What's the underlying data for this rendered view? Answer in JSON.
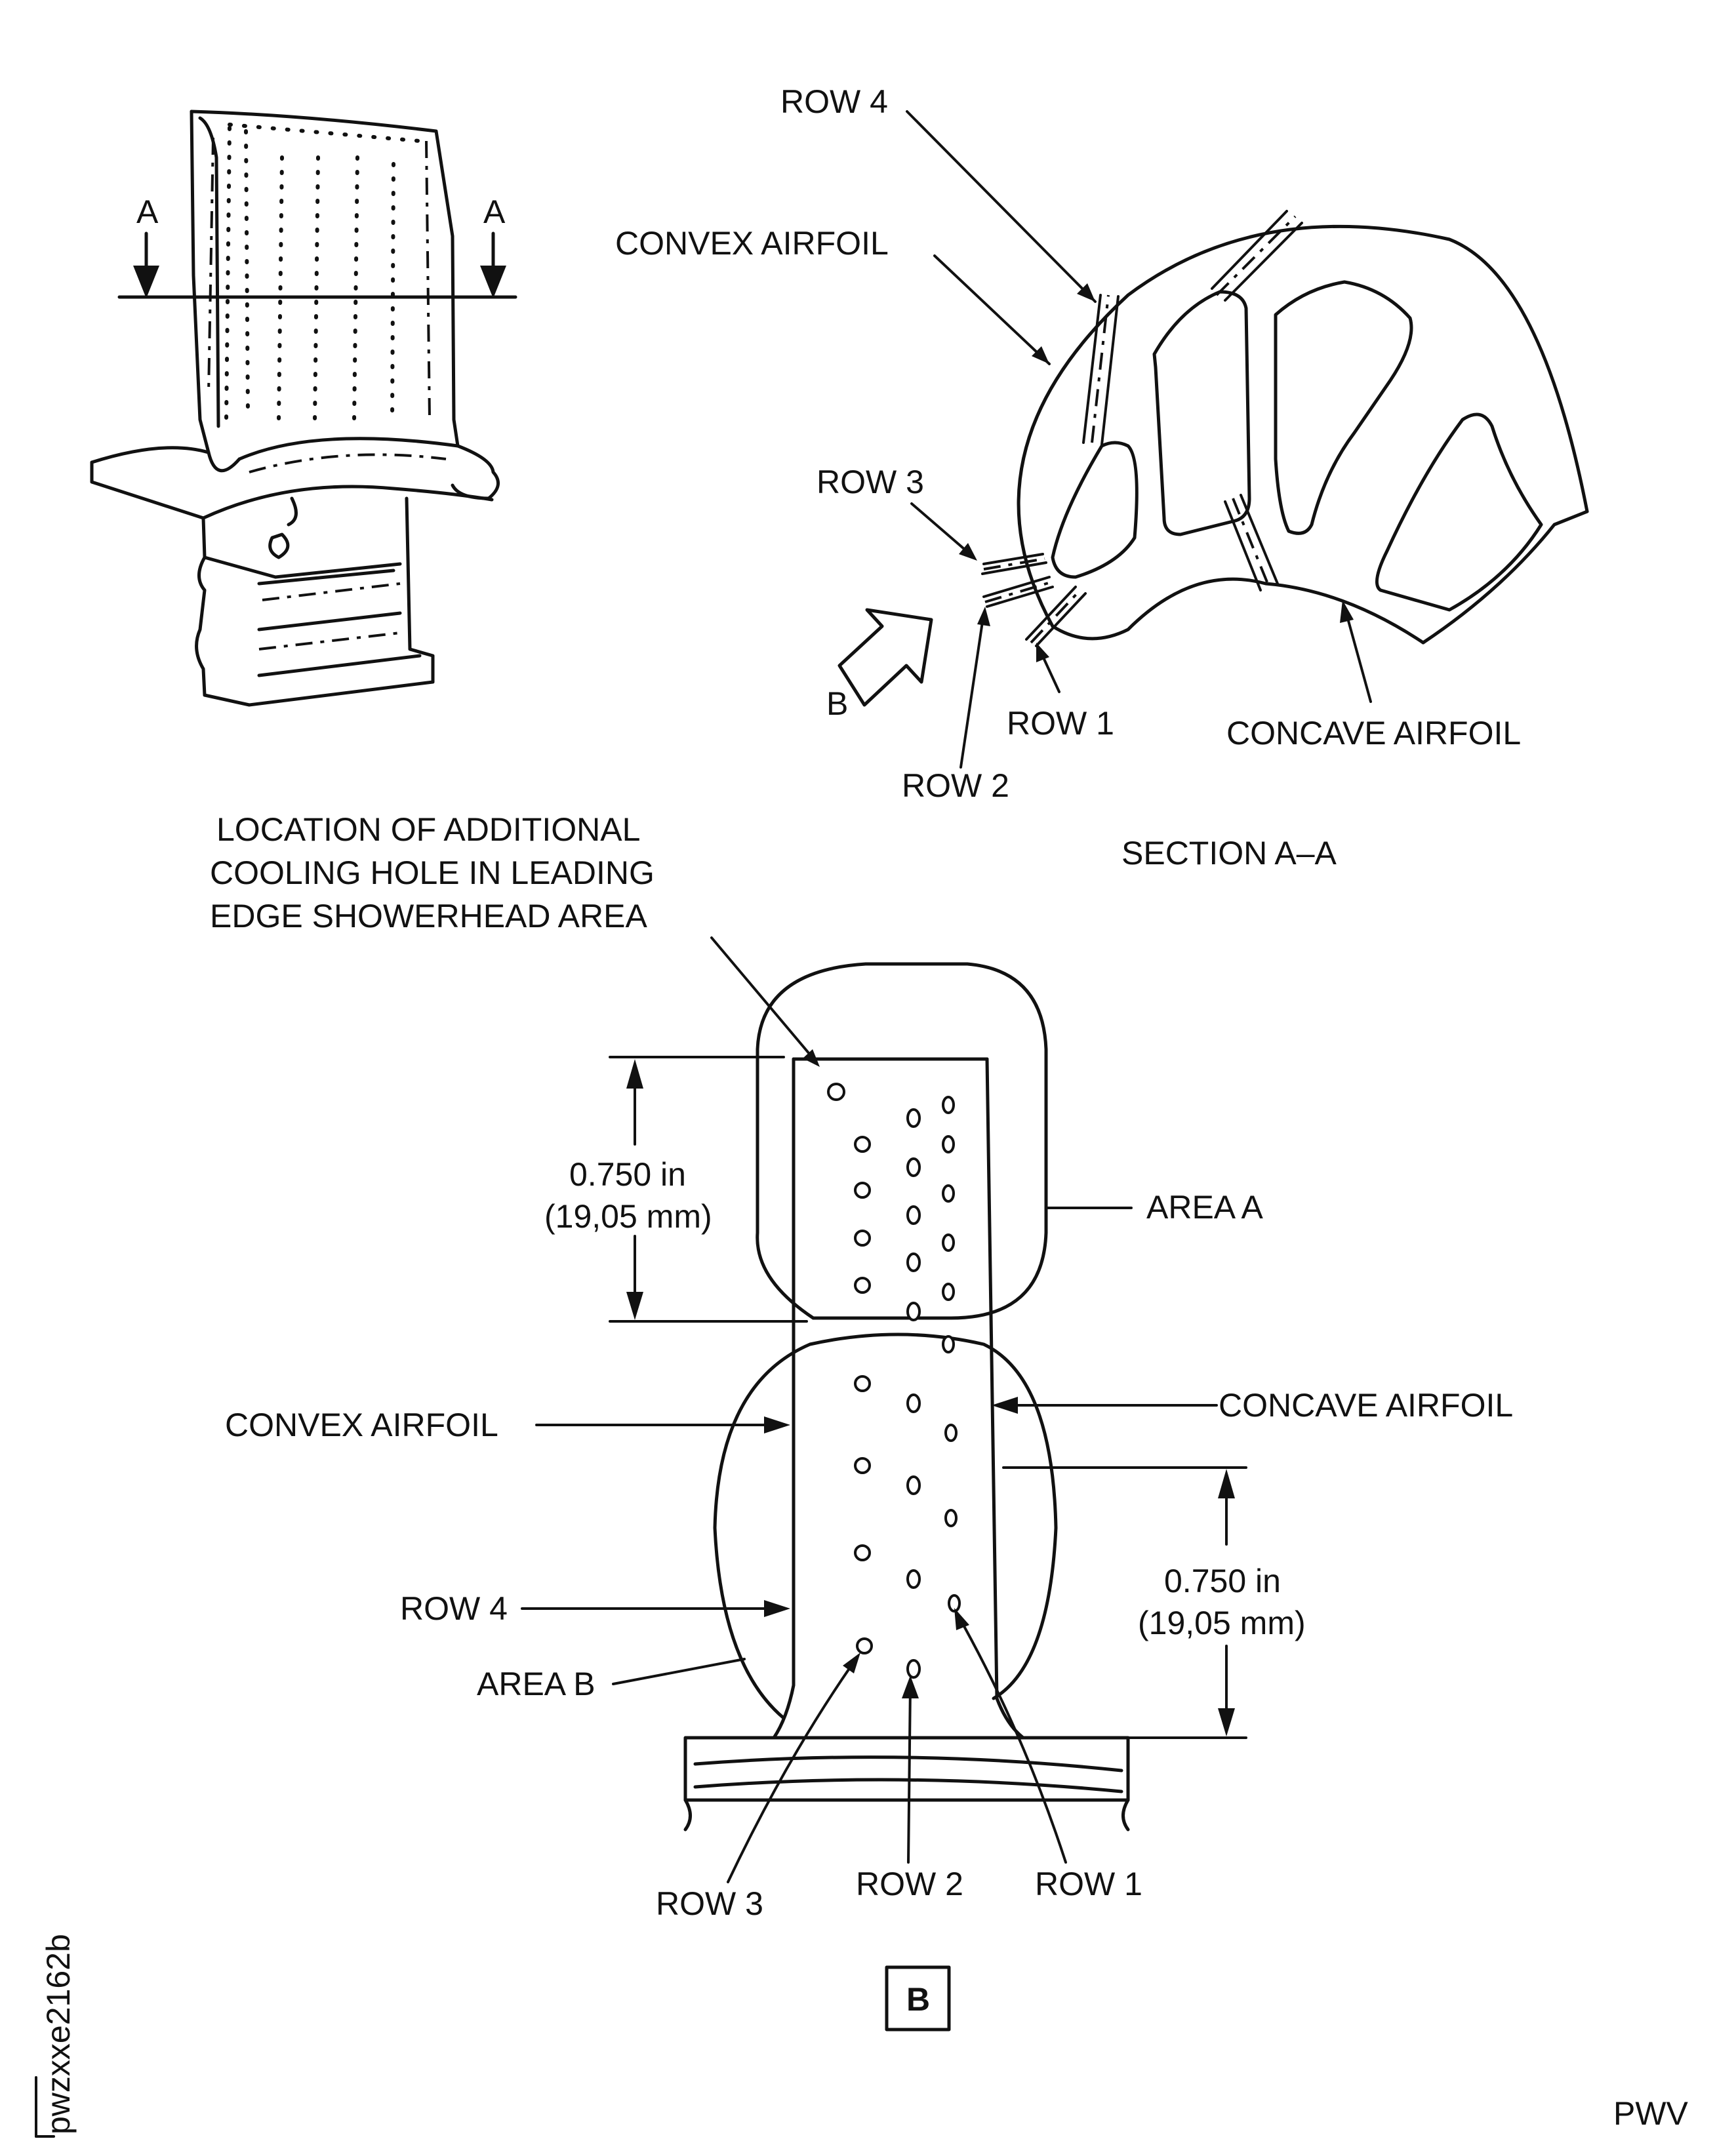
{
  "drawing_id": "pwzxxe2162b",
  "corner_code": "PWV",
  "blade_view": {
    "section_mark_left": "A",
    "section_mark_right": "A"
  },
  "section_view": {
    "caption": "SECTION A–A",
    "labels": {
      "row4": "ROW 4",
      "convex": "CONVEX AIRFOIL",
      "row3": "ROW 3",
      "row1": "ROW 1",
      "row2": "ROW 2",
      "concave": "CONCAVE AIRFOIL",
      "view_b": "B"
    }
  },
  "detail_view": {
    "callout": [
      "LOCATION OF ADDITIONAL",
      "COOLING HOLE IN LEADING",
      "EDGE SHOWERHEAD AREA"
    ],
    "area_a": "AREA A",
    "area_b": "AREA B",
    "convex": "CONVEX AIRFOIL",
    "concave": "CONCAVE AIRFOIL",
    "row4": "ROW 4",
    "row3": "ROW 3",
    "row2": "ROW 2",
    "row1": "ROW 1",
    "dim_upper": [
      "0.750 in",
      "(19,05 mm)"
    ],
    "dim_lower": [
      "0.750 in",
      "(19,05 mm)"
    ],
    "view_label": "B"
  }
}
